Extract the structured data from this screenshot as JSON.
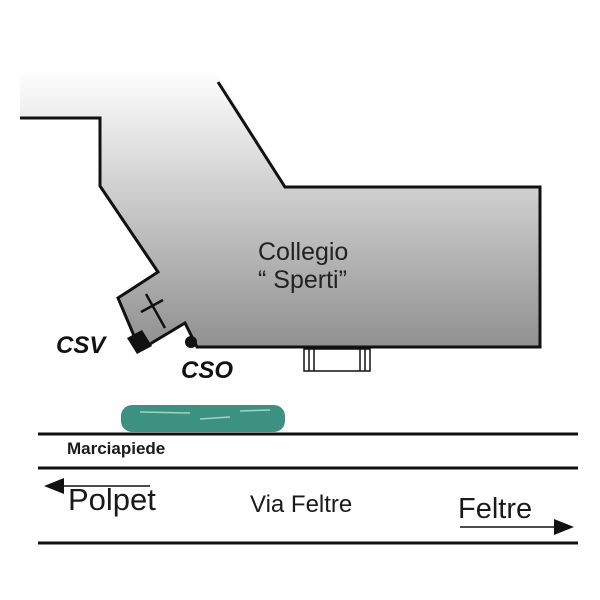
{
  "building": {
    "name_line1": "Collegio",
    "name_line2": "“ Sperti”"
  },
  "markers": {
    "csv": "CSV",
    "cso": "CSO"
  },
  "street": {
    "sidewalk": "Marciapiede",
    "name": "Via Feltre",
    "left_direction": "Polpet",
    "right_direction": "Feltre"
  },
  "colors": {
    "building_fill_dark": "#8f8f8f",
    "bench": "#3d9181",
    "ink": "#111111"
  }
}
